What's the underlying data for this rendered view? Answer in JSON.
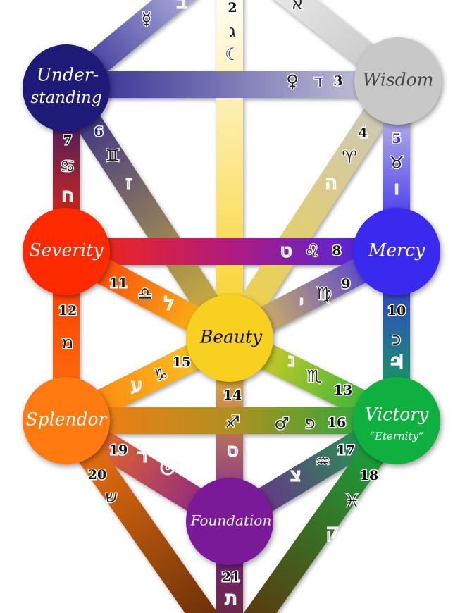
{
  "nodes": {
    "understanding": {
      "line1": "Under-",
      "line2": "standing",
      "color": "#1e1a78"
    },
    "wisdom": {
      "label": "Wisdom",
      "color": "#c8c8c8"
    },
    "severity": {
      "label": "Severity",
      "color": "#ff2a00"
    },
    "mercy": {
      "label": "Mercy",
      "color": "#3a2af0"
    },
    "beauty": {
      "label": "Beauty",
      "color": "#f8d020"
    },
    "splendor": {
      "label": "Splendor",
      "color": "#ff7a10"
    },
    "victory": {
      "label": "Victory",
      "sub": "“Eternity”",
      "color": "#10b040"
    },
    "foundation": {
      "label": "Foundation",
      "color": "#7a1a98"
    }
  },
  "paths": {
    "p1": {
      "letter": "ב",
      "symbol": "☿"
    },
    "p2": {
      "number": "2",
      "letter": "ג",
      "symbol": "☾"
    },
    "p_top_right": {
      "letter": "א"
    },
    "p3": {
      "number": "3",
      "letter": "ד",
      "symbol": "♀"
    },
    "p4": {
      "number": "4",
      "letter": "ה",
      "symbol": "♈"
    },
    "p5": {
      "number": "5",
      "letter": "ו",
      "symbol": "♉"
    },
    "p6": {
      "number": "6",
      "letter": "ז",
      "symbol": "♊"
    },
    "p7": {
      "number": "7",
      "letter": "ח",
      "symbol": "♋"
    },
    "p8": {
      "number": "8",
      "letter": "ט",
      "symbol": "♌"
    },
    "p9": {
      "number": "9",
      "letter": "י",
      "symbol": "♍"
    },
    "p10": {
      "number": "10",
      "letter": "כ",
      "symbol": "♃"
    },
    "p11": {
      "number": "11",
      "letter": "ל",
      "symbol": "♎"
    },
    "p12": {
      "number": "12",
      "letter": "מ"
    },
    "p13": {
      "number": "13",
      "letter": "נ",
      "symbol": "♏"
    },
    "p14": {
      "number": "14",
      "letter": "ס",
      "symbol": "♐"
    },
    "p15": {
      "number": "15",
      "letter": "ע",
      "symbol": "♑"
    },
    "p16": {
      "number": "16",
      "letter": "פ",
      "symbol": "♂"
    },
    "p17": {
      "number": "17",
      "letter": "צ",
      "symbol": "♒"
    },
    "p18": {
      "number": "18",
      "letter": "ק",
      "symbol": "♓"
    },
    "p19": {
      "number": "19",
      "letter": "ר",
      "symbol": "☉"
    },
    "p20": {
      "number": "20",
      "letter": "ש"
    },
    "p21": {
      "number": "21",
      "letter": "ת"
    }
  }
}
